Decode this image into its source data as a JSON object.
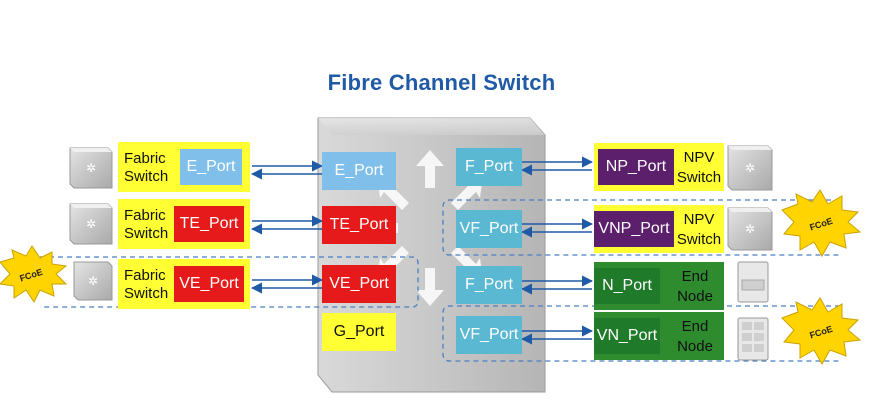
{
  "title": "Fibre Channel Switch",
  "left_rows": [
    {
      "label_line1": "Fabric",
      "label_line2": "Switch",
      "port": "E_Port",
      "color": "#7fbfea"
    },
    {
      "label_line1": "Fabric",
      "label_line2": "Switch",
      "port": "TE_Port",
      "color": "#e61a1a"
    },
    {
      "label_line1": "Fabric",
      "label_line2": "Switch",
      "port": "VE_Port",
      "color": "#e61a1a"
    }
  ],
  "switch_ports_left": [
    "E_Port",
    "TE_Port",
    "VE_Port",
    "G_Port"
  ],
  "switch_ports_right": [
    "F_Port",
    "VF_Port",
    "F_Port",
    "VF_Port"
  ],
  "right_rows": [
    {
      "port": "NP_Port",
      "label_line1": "NPV",
      "label_line2": "Switch",
      "color": "#5b1f6b"
    },
    {
      "port": "VNP_Port",
      "label_line1": "NPV",
      "label_line2": "Switch",
      "color": "#5b1f6b"
    },
    {
      "port": "N_Port",
      "label_line1": "End",
      "label_line2": "Node",
      "color": "#2e8b2e"
    },
    {
      "port": "VN_Port",
      "label_line1": "End",
      "label_line2": "Node",
      "color": "#2e8b2e"
    }
  ],
  "fcoe_badge": "FCoE"
}
